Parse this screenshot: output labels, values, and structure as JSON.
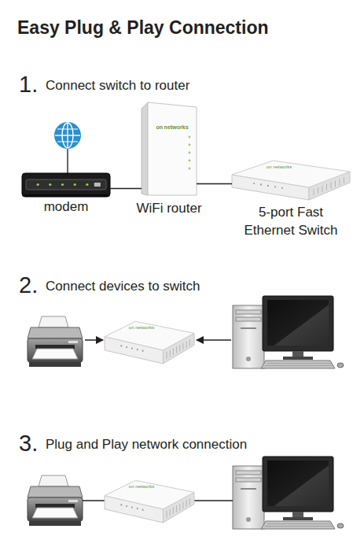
{
  "diagram": {
    "title": "Easy Plug & Play Connection",
    "nodes": [
      {
        "text": [
          "modem"
        ]
      },
      {
        "text": [
          "on networks",
          "WiFi router"
        ]
      },
      {
        "text": [
          "on networks",
          "5-port Fast Ethernet Switch"
        ]
      },
      {
        "text": [
          "on networks"
        ]
      },
      {
        "text": [
          "on networks"
        ]
      }
    ],
    "edges": [
      {
        "from": 0,
        "to": 1,
        "arrow": "none"
      },
      {
        "from": 1,
        "to": 2,
        "arrow": "none"
      }
    ],
    "labels": [
      "1.",
      "Connect switch to router",
      "2.",
      "Connect devices to switch",
      "3.",
      "Plug and Play network connection"
    ]
  }
}
